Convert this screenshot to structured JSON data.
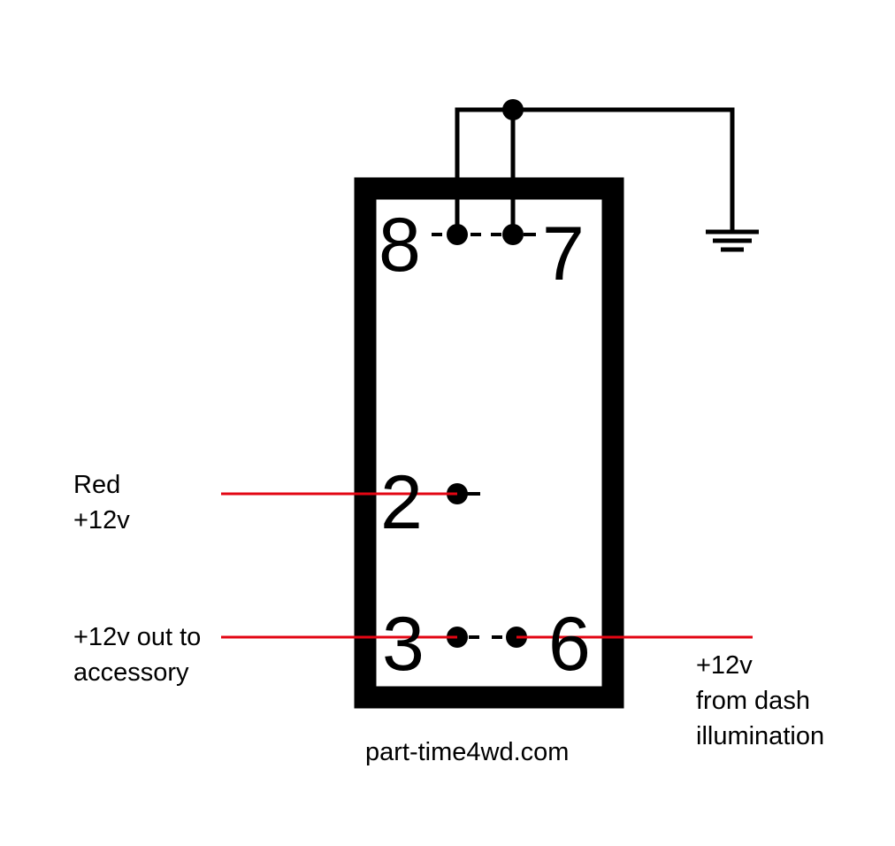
{
  "diagram": {
    "pins": {
      "pin8": "8",
      "pin7": "7",
      "pin2": "2",
      "pin3": "3",
      "pin6": "6"
    },
    "labels": {
      "pin2_line1": "Red",
      "pin2_line2": "+12v",
      "pin3_line1": "+12v out to",
      "pin3_line2": "accessory",
      "pin6_line1": "+12v",
      "pin6_line2": "from dash",
      "pin6_line3": "illumination",
      "website": "part-time4wd.com"
    },
    "colors": {
      "wire_red": "#e30613",
      "outline": "#000000",
      "background": "#ffffff"
    },
    "symbols": [
      "ground-symbol",
      "junction-dot"
    ]
  }
}
